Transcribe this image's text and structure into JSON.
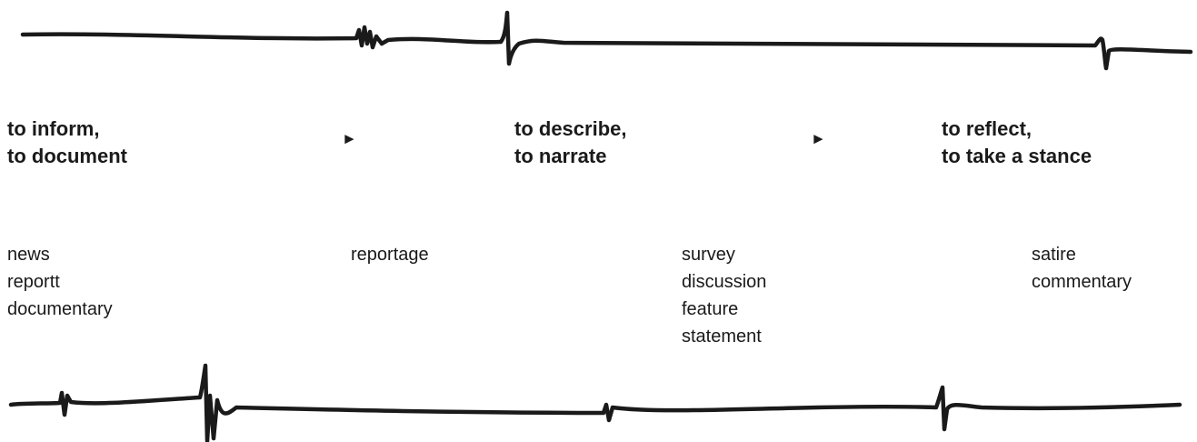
{
  "stages": [
    {
      "heading": [
        "to inform,",
        "to document"
      ],
      "examples": [
        "news",
        "reportt",
        "documentary"
      ]
    },
    {
      "examples": [
        "reportage"
      ]
    },
    {
      "heading": [
        "to describe,",
        "to narrate"
      ],
      "examples": [
        "survey",
        "discussion",
        "feature",
        "statement"
      ]
    },
    {
      "heading": [
        "to reflect,",
        "to take a stance"
      ],
      "examples": [
        "satire",
        "commentary"
      ]
    }
  ],
  "arrows": [
    "►",
    "►"
  ],
  "line_color": "#1a1a1a"
}
